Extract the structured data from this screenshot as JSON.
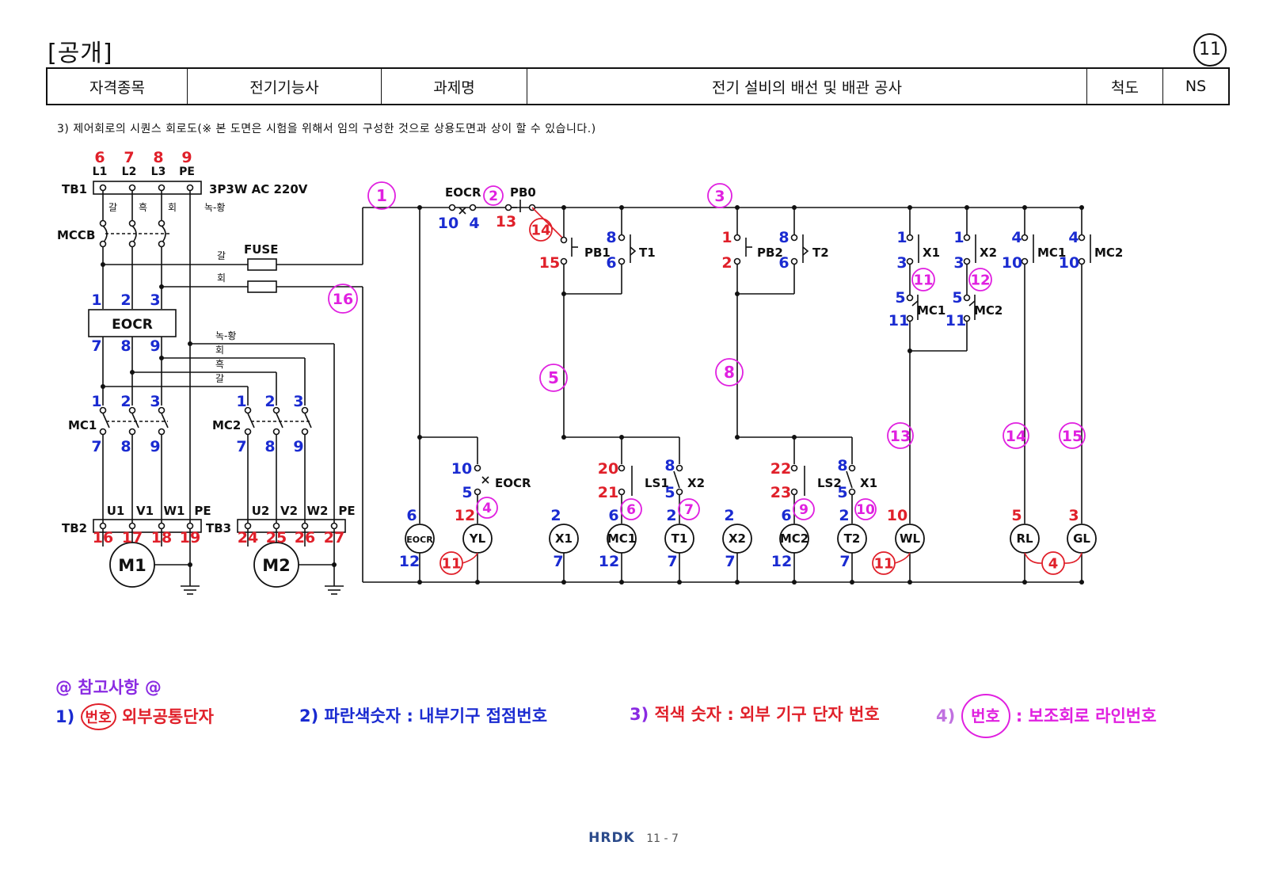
{
  "header": {
    "badge": "[공개]",
    "page_number": "11",
    "cells": [
      "자격종목",
      "전기기능사",
      "과제명",
      "전기 설비의 배선 및 배관 공사",
      "척도",
      "NS"
    ]
  },
  "caption": "3) 제어회로의 시퀀스 회로도(※ 본 도면은 시험을 위해서 임의 구성한 것으로 상용도면과 상이 할 수 있습니다.)",
  "power": {
    "terminals_top": [
      "L1",
      "L2",
      "L3",
      "PE"
    ],
    "terminal_numbers_top": [
      "6",
      "7",
      "8",
      "9"
    ],
    "tb1": "TB1",
    "supply": "3P3W AC 220V",
    "wire_colors": [
      "갈",
      "흑",
      "회",
      "녹-황"
    ],
    "mccb": "MCCB",
    "fuse": "FUSE",
    "fuse_wires": [
      "갈",
      "회"
    ],
    "eocr_box": "EOCR",
    "eocr_in": [
      "1",
      "2",
      "3"
    ],
    "eocr_out": [
      "7",
      "8",
      "9"
    ],
    "bus_colors": [
      "녹-황",
      "회",
      "흑",
      "갈"
    ],
    "mc1": "MC1",
    "mc2": "MC2",
    "mc_in": [
      "1",
      "2",
      "3"
    ],
    "mc_out": [
      "7",
      "8",
      "9"
    ],
    "tb2": "TB2",
    "tb3": "TB3",
    "tb2_terms": [
      "U1",
      "V1",
      "W1",
      "PE"
    ],
    "tb3_terms": [
      "U2",
      "V2",
      "W2",
      "PE"
    ],
    "tb2_nums": [
      "16",
      "17",
      "18",
      "19"
    ],
    "tb3_nums": [
      "24",
      "25",
      "26",
      "27"
    ],
    "motor1": "M1",
    "motor2": "M2"
  },
  "control": {
    "line_labels": [
      "1",
      "2",
      "3",
      "5",
      "8",
      "13",
      "14",
      "15",
      "16"
    ],
    "eocr_top": "EOCR",
    "pb0": "PB0",
    "eocr_top_nums": [
      "10",
      "4"
    ],
    "pb0_num": "13",
    "pb0_common": "14",
    "pb1": "PB1",
    "pb1_nums": [
      "15"
    ],
    "t1": "T1",
    "t1_nums": [
      "8",
      "6"
    ],
    "pb2": "PB2",
    "pb2_nums": [
      "1",
      "2"
    ],
    "t2": "T2",
    "t2_nums": [
      "8",
      "6"
    ],
    "x1_contact": "X1",
    "x2_contact": "X2",
    "x_nums": [
      "1",
      "3"
    ],
    "x_common": [
      "11",
      "12"
    ],
    "mc1_nc": "MC1",
    "mc2_nc": "MC2",
    "mc_nc_nums": [
      "5",
      "11"
    ],
    "mc1_no": "MC1",
    "mc2_no": "MC2",
    "mc_no_nums": [
      "4",
      "10"
    ],
    "eocr_aux": "EOCR",
    "eocr_aux_nums": [
      "10",
      "5"
    ],
    "eocr_aux_circle": "4",
    "ls1": "LS1",
    "ls1_pair": "X2",
    "ls1_red": [
      "20",
      "21"
    ],
    "ls1_blue": [
      "8",
      "5"
    ],
    "ls1_circles": [
      "6",
      "7"
    ],
    "ls2": "LS2",
    "ls2_pair": "X1",
    "ls2_red": [
      "22",
      "23"
    ],
    "ls2_blue": [
      "8",
      "5"
    ],
    "ls2_circles": [
      "9",
      "10"
    ],
    "loads": [
      "EOCR",
      "YL",
      "X1",
      "MC1",
      "T1",
      "X2",
      "MC2",
      "T2",
      "WL",
      "RL",
      "GL"
    ],
    "load_top_nums": [
      "6",
      "12",
      "2",
      "6",
      "2",
      "2",
      "6",
      "2",
      "10",
      "5",
      "3"
    ],
    "load_bottom_nums": [
      "12",
      "7",
      "12",
      "7",
      "7",
      "12",
      "7"
    ],
    "common_circles": [
      "11",
      "11",
      "4"
    ]
  },
  "notes": {
    "title": "@ 참고사항 @",
    "n1_num": "1)",
    "n1_circle": "번호",
    "n1_text": "외부공통단자",
    "n2_num": "2)",
    "n2_text": "파란색숫자  : 내부기구 접점번호",
    "n3_num": "3)",
    "n3_text": "적색 숫자 : 외부 기구 단자 번호",
    "n4_num": "4)",
    "n4_circle": "번호",
    "n4_text": ": 보조회로 라인번호"
  },
  "footer": {
    "logo": "HRDK",
    "page": "11 - 7"
  },
  "colors": {
    "blue": "#1a2bd1",
    "red": "#e0202a",
    "magenta": "#e020e0",
    "purple": "#8a2be2",
    "line": "#111111"
  }
}
